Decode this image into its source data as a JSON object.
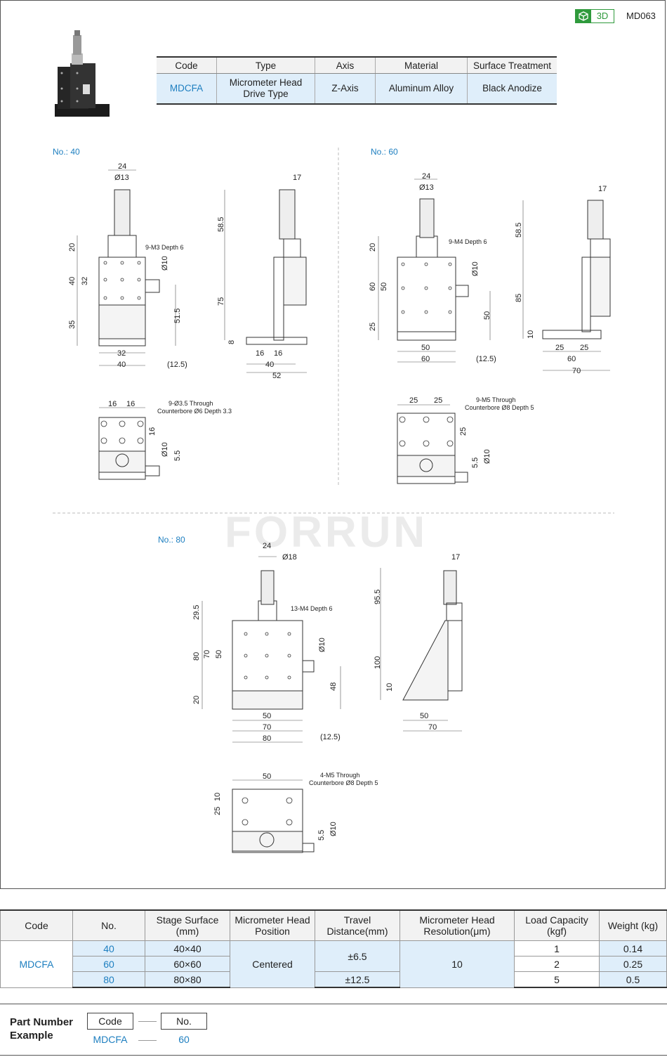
{
  "header": {
    "badge": "3D",
    "model": "MD063"
  },
  "spec_table": {
    "headers": [
      "Code",
      "Type",
      "Axis",
      "Material",
      "Surface Treatment"
    ],
    "row": [
      "MDCFA",
      "Micrometer Head Drive Type",
      "Z-Axis",
      "Aluminum Alloy",
      "Black Anodize"
    ]
  },
  "drawings": {
    "no40": {
      "label": "No.: 40",
      "front": [
        "24",
        "Ø13",
        "20",
        "40",
        "32",
        "35",
        "9-M3 Depth 6",
        "Ø10",
        "51.5",
        "32",
        "40",
        "(12.5)"
      ],
      "side": [
        "17",
        "58.5",
        "75",
        "8",
        "16",
        "16",
        "40",
        "52"
      ],
      "bottom": [
        "16",
        "16",
        "9-Ø3.5 Through",
        "Counterbore Ø6 Depth 3.3",
        "16",
        "Ø10",
        "5.5"
      ]
    },
    "no60": {
      "label": "No.: 60",
      "front": [
        "24",
        "Ø13",
        "20",
        "60",
        "50",
        "25",
        "9-M4 Depth 6",
        "Ø10",
        "50",
        "50",
        "60",
        "(12.5)"
      ],
      "side": [
        "17",
        "58.5",
        "85",
        "10",
        "25",
        "25",
        "60",
        "70"
      ],
      "bottom": [
        "25",
        "25",
        "9-M5 Through",
        "Counterbore Ø8 Depth 5",
        "25",
        "5.5",
        "Ø10"
      ]
    },
    "no80": {
      "label": "No.: 80",
      "front": [
        "24",
        "Ø18",
        "29.5",
        "80",
        "70",
        "50",
        "20",
        "13-M4 Depth 6",
        "Ø10",
        "48",
        "50",
        "70",
        "80",
        "(12.5)"
      ],
      "side": [
        "17",
        "95.5",
        "100",
        "10",
        "50",
        "70"
      ],
      "bottom": [
        "50",
        "4-M5 Through",
        "Counterbore Ø8 Depth 5",
        "25",
        "10",
        "5.5",
        "Ø10"
      ]
    },
    "watermark": "FORRUN"
  },
  "params_table": {
    "headers": [
      "Code",
      "No.",
      "Stage Surface (mm)",
      "Micrometer Head Position",
      "Travel Distance(mm)",
      "Micrometer Head Resolution(μm)",
      "Load Capacity (kgf)",
      "Weight (kg)"
    ],
    "code": "MDCFA",
    "position": "Centered",
    "resolution": "10",
    "travel_a": "±6.5",
    "travel_b": "±12.5",
    "rows": [
      {
        "no": "40",
        "surface": "40×40",
        "load": "1",
        "weight": "0.14"
      },
      {
        "no": "60",
        "surface": "60×60",
        "load": "2",
        "weight": "0.25"
      },
      {
        "no": "80",
        "surface": "80×80",
        "load": "5",
        "weight": "0.5"
      }
    ]
  },
  "part_number": {
    "title": "Part Number Example",
    "fields": [
      "Code",
      "No."
    ],
    "values": [
      "MDCFA",
      "60"
    ]
  }
}
